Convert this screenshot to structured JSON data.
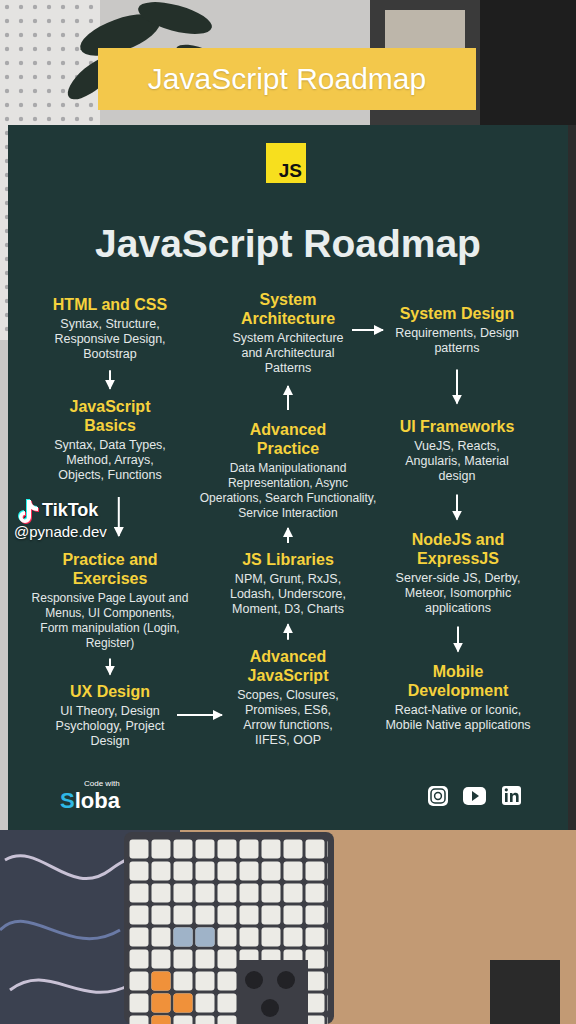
{
  "diagram": {
    "title": "JavaScript Roadmap",
    "nodes": [
      {
        "text": [
          "HTML and CSS",
          "Syntax, Structure, Responsive Design, Bootstrap"
        ]
      },
      {
        "text": [
          "JavaScript Basics",
          "Syntax, Data Types, Method, Arrays, Objects, Functions"
        ]
      },
      {
        "text": [
          "Practice and Exercises",
          "Responsive Page Layout and Menus, UI Components, Form manipulation (Login, Register)"
        ]
      },
      {
        "text": [
          "UX Design",
          "UI Theory, Design Psychology, Project Design"
        ]
      },
      {
        "text": [
          "Advanced JavaScript",
          "Scopes, Closures, Promises, ES6, Arrow functions, IIFES, OOP"
        ]
      },
      {
        "text": [
          "JS Libraries",
          "NPM, Grunt, RxJS, Lodash, Underscore, Moment, D3, Charts"
        ]
      },
      {
        "text": [
          "Advanced Practice",
          "Data Manipulationand Representation, Async Operations, Search Functionality, Service Interaction"
        ]
      },
      {
        "text": [
          "System Architecture",
          "System Architecture and Architectural Patterns"
        ]
      },
      {
        "text": [
          "System Design",
          "Requirements, Design patterns"
        ]
      },
      {
        "text": [
          "UI Frameworks",
          "VueJS, Reacts, Angularis, Material design"
        ]
      },
      {
        "text": [
          "NodeJS and ExpressJS",
          "Server-side JS, Derby, Meteor, Isomorphic applications"
        ]
      },
      {
        "text": [
          "Mobile Development",
          "React-Native or Iconic, Mobile Native applications"
        ]
      }
    ],
    "edges": [
      {
        "from": 0,
        "to": 1,
        "arrow": "to"
      },
      {
        "from": 1,
        "to": 2,
        "arrow": "to"
      },
      {
        "from": 2,
        "to": 3,
        "arrow": "to"
      },
      {
        "from": 3,
        "to": 4,
        "arrow": "to"
      },
      {
        "from": 4,
        "to": 5,
        "arrow": "to"
      },
      {
        "from": 5,
        "to": 6,
        "arrow": "to"
      },
      {
        "from": 6,
        "to": 7,
        "arrow": "to"
      },
      {
        "from": 7,
        "to": 8,
        "arrow": "to"
      },
      {
        "from": 8,
        "to": 9,
        "arrow": "to"
      },
      {
        "from": 9,
        "to": 10,
        "arrow": "to"
      },
      {
        "from": 10,
        "to": 11,
        "arrow": "to"
      }
    ],
    "labels": [
      "JavaScript Roadmap",
      "JS",
      "TikTok",
      "@pynade.dev",
      "Code with",
      "Sloba"
    ]
  }
}
